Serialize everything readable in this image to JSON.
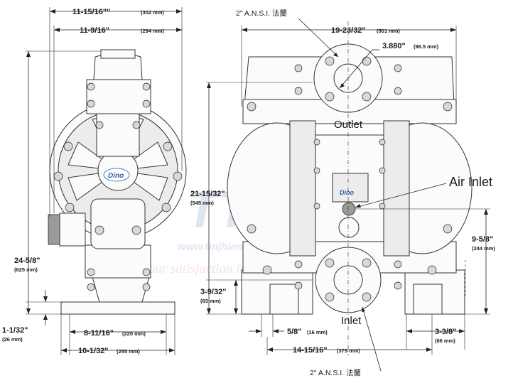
{
  "labels": {
    "ansi_top": "2\" A.N.S.I. 法蘭",
    "ansi_bottom": "2\" A.N.S.I. 法蘭",
    "outlet": "Outlet",
    "air_inlet": "Air Inlet",
    "inlet": "Inlet",
    "brand": "Dino",
    "brand_small": "Dino"
  },
  "watermark": {
    "mark": "TTA",
    "url": "www.tinjhieng.com",
    "slogan": "Your satisfaction is our success"
  },
  "dimensions": [
    {
      "id": "overall-width-side",
      "text": "11-15/16\"\"",
      "mm": "(302 mm)"
    },
    {
      "id": "body-width-side",
      "text": "11-9/16\"",
      "mm": "(294 mm)"
    },
    {
      "id": "overall-height",
      "text": "24-5/8\"",
      "mm": "(625 mm)"
    },
    {
      "id": "foot-height",
      "text": "1-1/32\"",
      "mm": "(26 mm)"
    },
    {
      "id": "foot-spacing-side",
      "text": "8-11/16\"",
      "mm": "(220 mm)"
    },
    {
      "id": "foot-width-side",
      "text": "10-1/32\"",
      "mm": "(255 mm)"
    },
    {
      "id": "overall-width-front",
      "text": "19-23/32\"",
      "mm": "(501 mm)"
    },
    {
      "id": "flange-bolt-circle",
      "text": "3.880\"",
      "mm": "(98.5 mm)"
    },
    {
      "id": "outlet-height",
      "text": "21-15/32\"",
      "mm": "(545 mm)"
    },
    {
      "id": "air-inlet-height",
      "text": "9-5/8\"",
      "mm": "(244 mm)"
    },
    {
      "id": "inlet-height",
      "text": "3-9/32\"",
      "mm": "(83 mm)"
    },
    {
      "id": "mount-hole",
      "text": "5/8\"",
      "mm": "(16 mm)"
    },
    {
      "id": "foot-depth-front",
      "text": "3-3/8\"",
      "mm": "(86 mm)"
    },
    {
      "id": "foot-spacing-front",
      "text": "14-15/16\"",
      "mm": "(379 mm)"
    }
  ],
  "colors": {
    "line": "#222222",
    "watermark_blue": "#b8c8e0",
    "watermark_orange": "#e8c8b8"
  }
}
